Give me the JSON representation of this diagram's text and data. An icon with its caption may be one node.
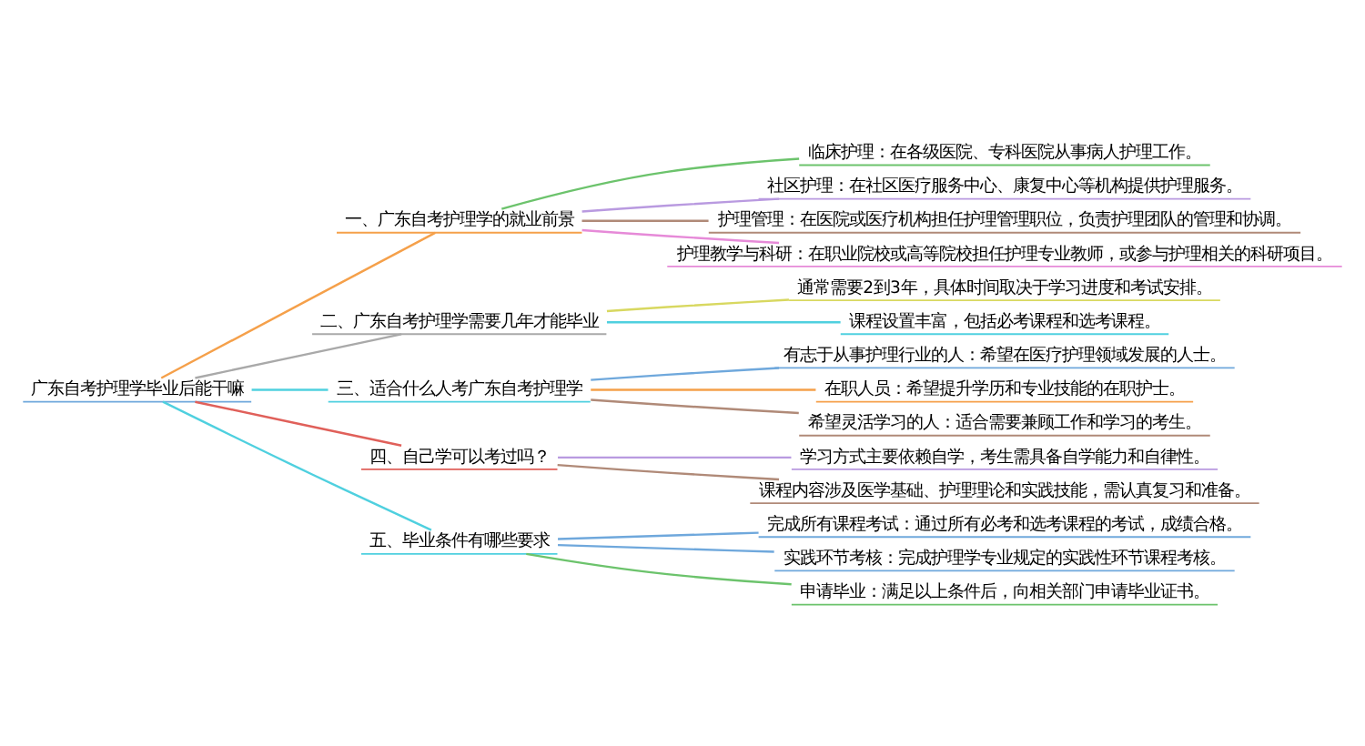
{
  "diagram": {
    "nodes": [
      {
        "text": [
          "广东自考护理学毕业后能干嘛"
        ]
      },
      {
        "text": [
          "一、广东自考护理学的就业前景"
        ]
      },
      {
        "text": [
          "二、广东自考护理学需要几年才能毕业"
        ]
      },
      {
        "text": [
          "三、适合什么人考广东自考护理学"
        ]
      },
      {
        "text": [
          "四、自己学可以考过吗？"
        ]
      },
      {
        "text": [
          "五、毕业条件有哪些要求"
        ]
      },
      {
        "text": [
          "临床护理：在各级医院、专科医院从事病人护理工作。"
        ]
      },
      {
        "text": [
          "社区护理：在社区医疗服务中心、康复中心等机构提供护理服务。"
        ]
      },
      {
        "text": [
          "护理管理：在医院或医疗机构担任护理管理职位，负责护理团队的管理和协调。"
        ]
      },
      {
        "text": [
          "护理教学与科研：在职业院校或高等院校担任护理专业教师，或参与护理相关的科研项目。"
        ]
      },
      {
        "text": [
          "通常需要2到3年，具体时间取决于学习进度和考试安排。"
        ]
      },
      {
        "text": [
          "课程设置丰富，包括必考课程和选考课程。"
        ]
      },
      {
        "text": [
          "有志于从事护理行业的人：希望在医疗护理领域发展的人士。"
        ]
      },
      {
        "text": [
          "在职人员：希望提升学历和专业技能的在职护士。"
        ]
      },
      {
        "text": [
          "希望灵活学习的人：适合需要兼顾工作和学习的考生。"
        ]
      },
      {
        "text": [
          "学习方式主要依赖自学，考生需具备自学能力和自律性。"
        ]
      },
      {
        "text": [
          "课程内容涉及医学基础、护理理论和实践技能，需认真复习和准备。"
        ]
      },
      {
        "text": [
          "完成所有课程考试：通过所有必考和选考课程的考试，成绩合格。"
        ]
      },
      {
        "text": [
          "实践环节考核：完成护理学专业规定的实践性环节课程考核。"
        ]
      },
      {
        "text": [
          "申请毕业：满足以上条件后，向相关部门申请毕业证书。"
        ]
      }
    ],
    "edges": [
      {
        "from": 0,
        "to": 1,
        "arrow": "none",
        "color": "#f5a04a"
      },
      {
        "from": 0,
        "to": 2,
        "arrow": "none",
        "color": "#a9a9a9"
      },
      {
        "from": 0,
        "to": 3,
        "arrow": "none",
        "color": "#4fd0df"
      },
      {
        "from": 0,
        "to": 4,
        "arrow": "none",
        "color": "#e0605a"
      },
      {
        "from": 0,
        "to": 5,
        "arrow": "none",
        "color": "#4fd0df"
      },
      {
        "from": 1,
        "to": 6,
        "arrow": "none",
        "color": "#6cc36c"
      },
      {
        "from": 1,
        "to": 7,
        "arrow": "none",
        "color": "#b99ae0"
      },
      {
        "from": 1,
        "to": 8,
        "arrow": "none",
        "color": "#b08a78"
      },
      {
        "from": 1,
        "to": 9,
        "arrow": "none",
        "color": "#e68ad8"
      },
      {
        "from": 2,
        "to": 10,
        "arrow": "none",
        "color": "#d8d860"
      },
      {
        "from": 2,
        "to": 11,
        "arrow": "none",
        "color": "#4fd0df"
      },
      {
        "from": 3,
        "to": 12,
        "arrow": "none",
        "color": "#6fa8dc"
      },
      {
        "from": 3,
        "to": 13,
        "arrow": "none",
        "color": "#f5a04a"
      },
      {
        "from": 3,
        "to": 14,
        "arrow": "none",
        "color": "#b08a78"
      },
      {
        "from": 4,
        "to": 15,
        "arrow": "none",
        "color": "#b99ae0"
      },
      {
        "from": 4,
        "to": 16,
        "arrow": "none",
        "color": "#b08a78"
      },
      {
        "from": 5,
        "to": 17,
        "arrow": "none",
        "color": "#6fa8dc"
      },
      {
        "from": 5,
        "to": 18,
        "arrow": "none",
        "color": "#6fa8dc"
      },
      {
        "from": 5,
        "to": 19,
        "arrow": "none",
        "color": "#6cc36c"
      }
    ]
  }
}
